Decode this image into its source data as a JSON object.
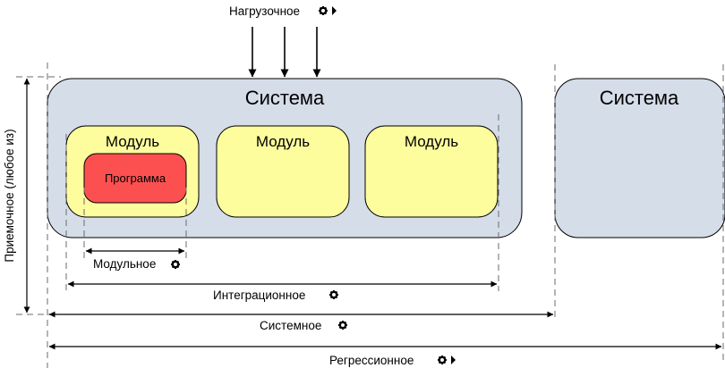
{
  "top_load": {
    "label": "Нагрузочное",
    "gear_icon": "gear-icon",
    "arrow_icon": "triangle-right-icon"
  },
  "systems": [
    {
      "label": "Система"
    },
    {
      "label": "Система"
    }
  ],
  "modules": [
    {
      "label": "Модуль"
    },
    {
      "label": "Модуль"
    },
    {
      "label": "Модуль"
    }
  ],
  "program": {
    "label": "Программа"
  },
  "dimensions": {
    "unit": {
      "label": "Модульное",
      "icon": "gear-icon"
    },
    "integration": {
      "label": "Интеграционное",
      "icon": "gear-icon"
    },
    "system": {
      "label": "Системное",
      "icon": "gear-icon"
    },
    "regression": {
      "label": "Регрессионное",
      "icon": "gear-icon",
      "arrow_icon": "triangle-right-icon"
    }
  },
  "acceptance": {
    "label": "Приемочное (любое из)"
  },
  "colors": {
    "system_fill": "#d5dde9",
    "module_fill": "#fdfd9e",
    "program_fill": "#fc5050",
    "stroke": "#000000",
    "guide": "#6b6b6b"
  }
}
